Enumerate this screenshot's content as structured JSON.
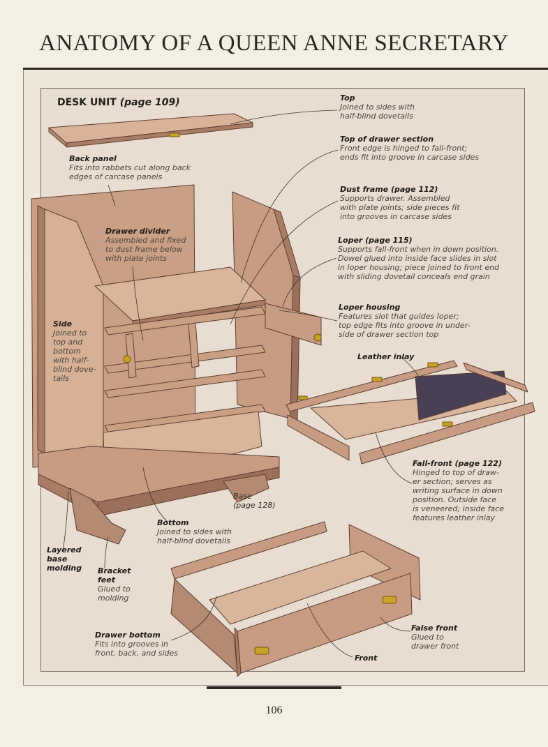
{
  "page": {
    "title": "ANATOMY OF A QUEEN ANNE SECRETARY",
    "section": "DESK UNIT",
    "section_ref": "(page 109)",
    "page_number": "106"
  },
  "callouts": {
    "top": {
      "title": "Top",
      "desc": [
        "Joined to sides with",
        "half-blind dovetails"
      ]
    },
    "top_drawer_section": {
      "title": "Top of drawer section",
      "desc": [
        "Front edge is hinged to fall-front;",
        "ends fit into groove in carcase sides"
      ]
    },
    "dust_frame": {
      "title": "Dust frame (page 112)",
      "desc": [
        "Supports drawer. Assembled",
        "with plate joints; side pieces fit",
        "into grooves in carcase sides"
      ]
    },
    "loper": {
      "title": "Loper (page 115)",
      "desc": [
        "Supports fall-front when in down position.",
        "Dowel glued into inside face slides in slot",
        "in loper housing; piece joined to front end",
        "with sliding dovetail conceals end grain"
      ]
    },
    "loper_housing": {
      "title": "Loper housing",
      "desc": [
        "Features slot that guides loper;",
        "top edge fits into groove in under-",
        "side of drawer section top"
      ]
    },
    "leather_inlay": {
      "title": "Leather inlay",
      "desc": []
    },
    "fall_front": {
      "title": "Fall-front (page 122)",
      "desc": [
        "Hinged to top of draw-",
        "er section; serves as",
        "writing surface in down",
        "position. Outside face",
        "is veneered; inside face",
        "features leather inlay"
      ]
    },
    "back_panel": {
      "title": "Back panel",
      "desc": [
        "Fits into rabbets cut along back",
        "edges of carcase panels"
      ]
    },
    "drawer_divider": {
      "title": "Drawer divider",
      "desc": [
        "Assembled and fixed",
        "to dust frame below",
        "with plate joints"
      ]
    },
    "side": {
      "title": "Side",
      "desc": [
        "Joined to",
        "top and",
        "bottom",
        "with half-",
        "blind dove-",
        "tails"
      ]
    },
    "base": {
      "title": "Base",
      "desc": [
        "(page 128)"
      ]
    },
    "bottom": {
      "title": "Bottom",
      "desc": [
        "Joined to sides with",
        "half-blind dovetails"
      ]
    },
    "layered_base_molding": {
      "title": "Layered",
      "desc": [
        "base",
        "molding"
      ]
    },
    "bracket_feet": {
      "title": "Bracket",
      "desc": [
        "feet",
        "Glued to",
        "molding"
      ]
    },
    "drawer_bottom": {
      "title": "Drawer bottom",
      "desc": [
        "Fits into grooves in",
        "front, back, and sides"
      ]
    },
    "front": {
      "title": "Front",
      "desc": []
    },
    "false_front": {
      "title": "False front",
      "desc": [
        "Glued to",
        "drawer front"
      ]
    }
  },
  "colors": {
    "wood_light": "#d9b59c",
    "wood_mid": "#c89c82",
    "wood_dark": "#a97c66",
    "wood_edge": "#8e5f4c",
    "leather": "#4a4054",
    "brass": "#c9a22a",
    "ink": "#231f1c"
  }
}
